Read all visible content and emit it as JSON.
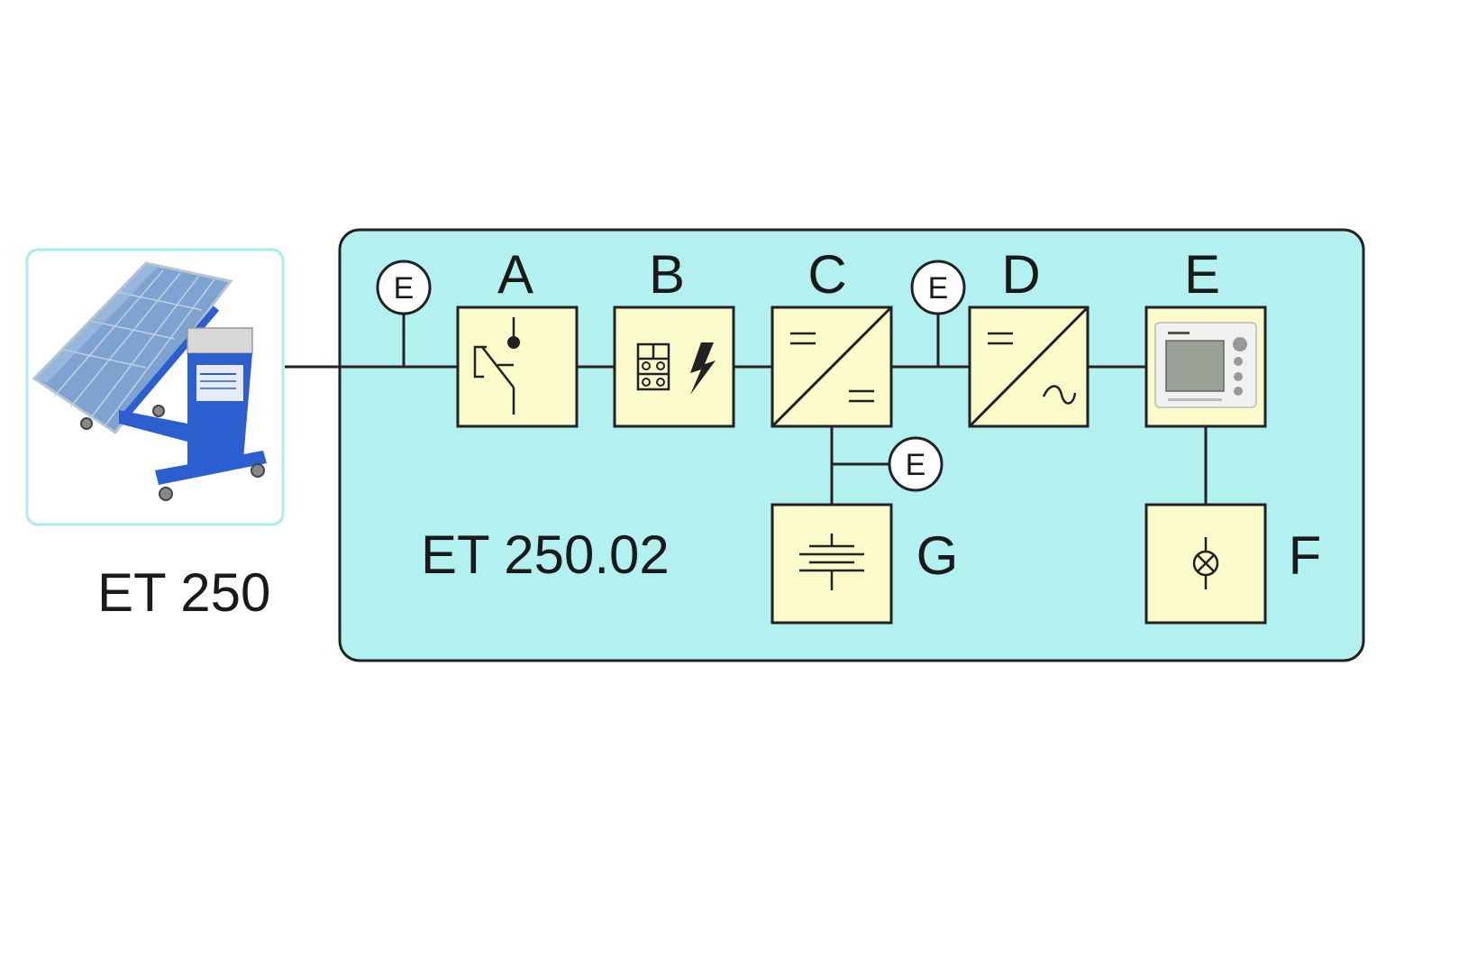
{
  "colors": {
    "system_fill": "#b3f1f1",
    "component_fill": "#fafacb",
    "line": "#222222",
    "panel_blue": "#6f97c9",
    "frame_blue": "#2b5ecf"
  },
  "module_left": {
    "label": "ET 250",
    "image": "solar-module-trainer-image"
  },
  "system": {
    "label": "ET 250.02"
  },
  "components": {
    "a": {
      "letter": "A",
      "symbol": "switch-icon"
    },
    "b": {
      "letter": "B",
      "symbol": "terminal-lightning-icon"
    },
    "c": {
      "letter": "C",
      "symbol": "dc-dc-converter-icon"
    },
    "d": {
      "letter": "D",
      "symbol": "inverter-icon"
    },
    "e": {
      "letter": "E",
      "symbol": "energy-meter-icon"
    },
    "f": {
      "letter": "F",
      "symbol": "lamp-icon"
    },
    "g": {
      "letter": "G",
      "symbol": "battery-icon"
    }
  },
  "measurement_points": [
    {
      "label": "E"
    },
    {
      "label": "E"
    },
    {
      "label": "E"
    }
  ]
}
